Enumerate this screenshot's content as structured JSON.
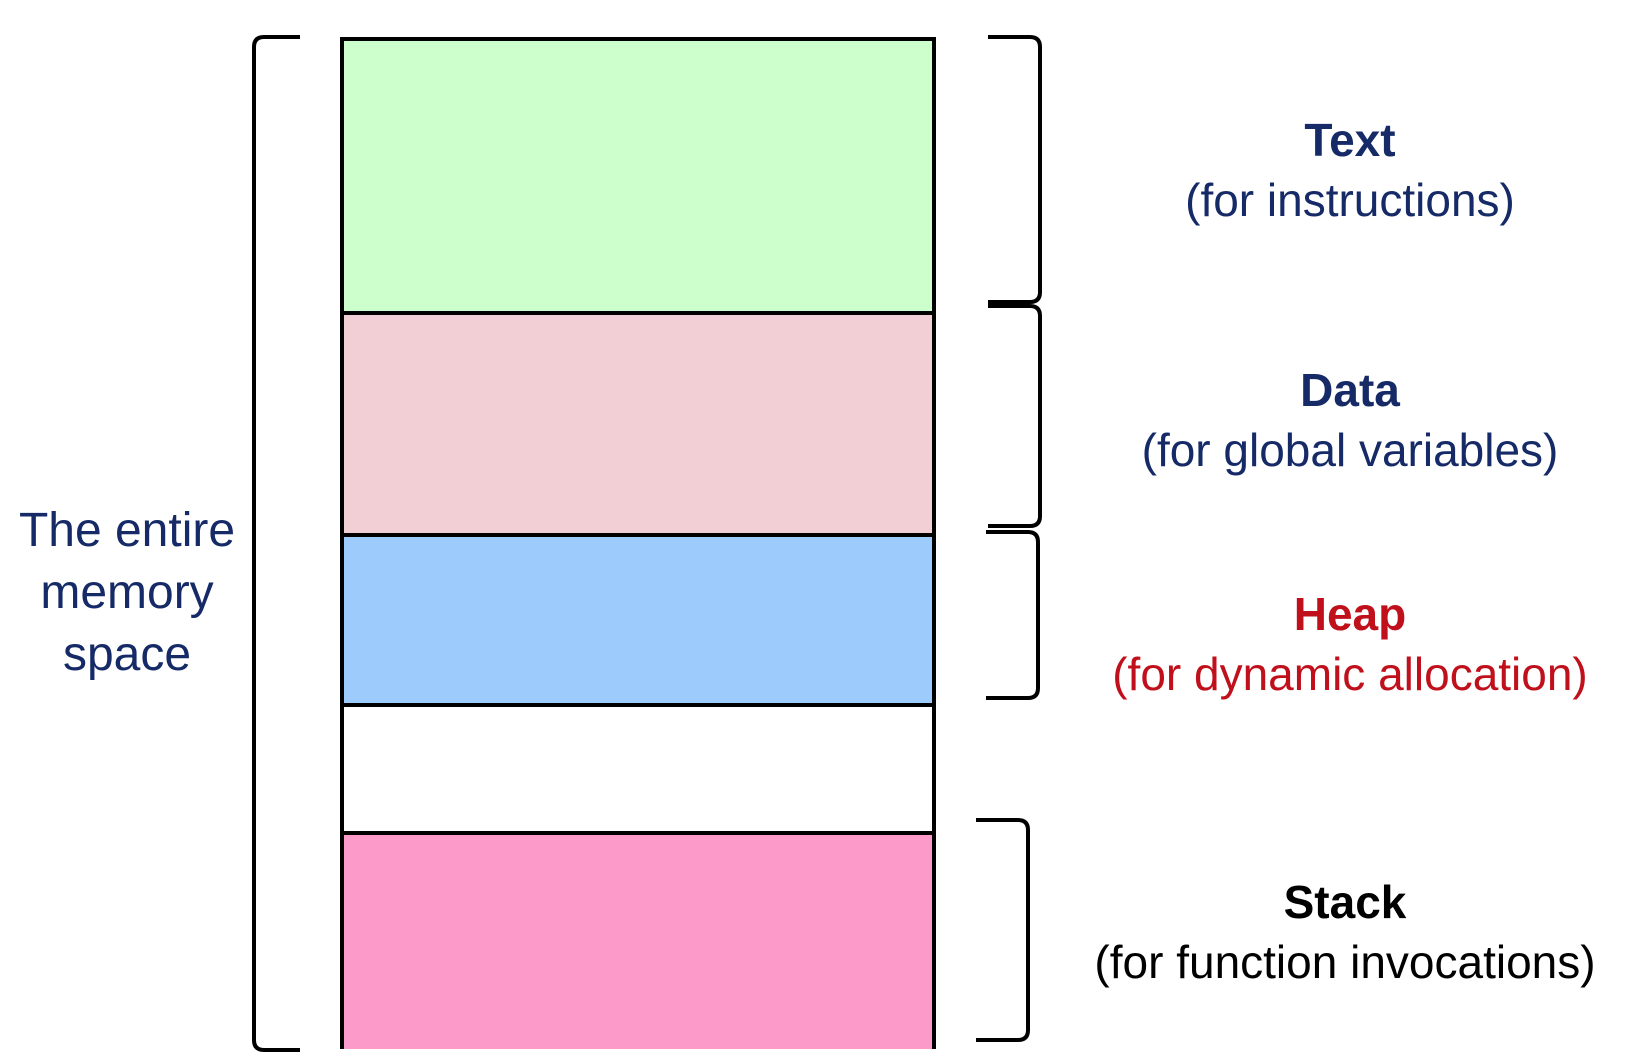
{
  "colors": {
    "text_segment": "#ccffcc",
    "data_segment": "#f2cfd4",
    "heap_segment": "#9dcbfb",
    "free_segment": "#ffffff",
    "stack_segment": "#fc9bca",
    "navy_label": "#152a66",
    "red_label": "#c0101c",
    "black_label": "#000000"
  },
  "whole_label": {
    "line1": "The entire",
    "line2": "memory",
    "line3": "space"
  },
  "segments": [
    {
      "title": "Text",
      "subtitle": "(for instructions)"
    },
    {
      "title": "Data",
      "subtitle": "(for global variables)"
    },
    {
      "title": "Heap",
      "subtitle": "(for dynamic allocation)"
    },
    {
      "title": "Stack",
      "subtitle": "(for function invocations)"
    }
  ]
}
